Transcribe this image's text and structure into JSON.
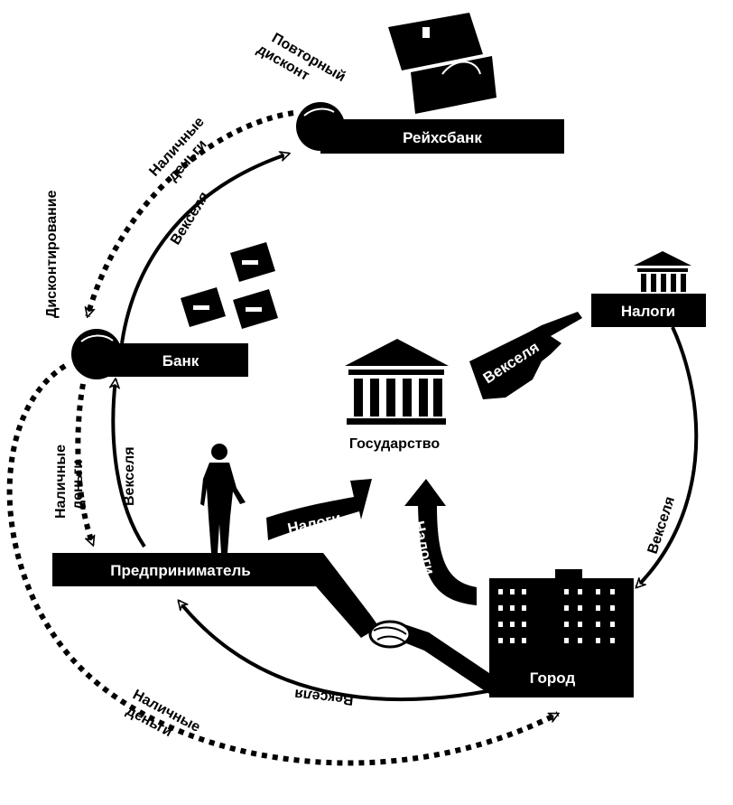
{
  "nodes": {
    "reichsbank": "Рейхсбанк",
    "bank": "Банк",
    "taxes_office": "Налоги",
    "state": "Государство",
    "entrepreneur": "Предприниматель",
    "city": "Город"
  },
  "flows": {
    "rediscount": "Повторный дисконт",
    "discounting": "Дисконтирование",
    "cash_bank_to_reichsbank": "Наличные деньги",
    "bills_bank_to_reichsbank": "Векселя",
    "cash_bank_to_entrepreneur": "Наличные деньги",
    "bills_entrepreneur_to_bank": "Векселя",
    "bills_hand": "Векселя",
    "bills_taxes_to_city": "Векселя",
    "taxes_entrepreneur_to_state": "Налоги",
    "taxes_city_to_state": "Налоги",
    "bills_city_to_entrepreneur": "Векселя",
    "cash_bank_to_city": "Наличные деньги"
  },
  "colors": {
    "ink": "#000000",
    "paper": "#ffffff"
  },
  "icons": [
    "bank-building-icon",
    "government-building-icon",
    "treasure-chest-icon",
    "money-box-icon",
    "pointing-hand-icon",
    "person-silhouette-icon",
    "handshake-icon",
    "city-building-icon",
    "globe-icon"
  ]
}
